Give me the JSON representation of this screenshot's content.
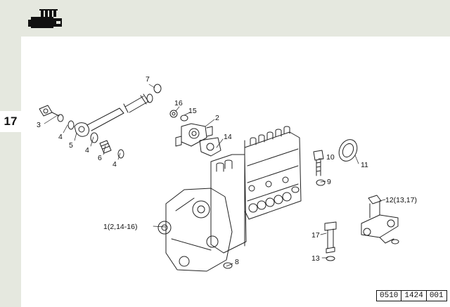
{
  "header": {
    "icon": "injection-pump-icon",
    "section_number": "17"
  },
  "diagram": {
    "type": "exploded-parts-view",
    "callouts": [
      {
        "id": "c7",
        "label": "7"
      },
      {
        "id": "c16",
        "label": "16"
      },
      {
        "id": "c15",
        "label": "15"
      },
      {
        "id": "c2",
        "label": "2"
      },
      {
        "id": "c3",
        "label": "3"
      },
      {
        "id": "c4a",
        "label": "4"
      },
      {
        "id": "c5",
        "label": "5"
      },
      {
        "id": "c4b",
        "label": "4"
      },
      {
        "id": "c6",
        "label": "6"
      },
      {
        "id": "c4c",
        "label": "4"
      },
      {
        "id": "c14",
        "label": "14"
      },
      {
        "id": "c10",
        "label": "10"
      },
      {
        "id": "c11",
        "label": "11"
      },
      {
        "id": "c9",
        "label": "9"
      },
      {
        "id": "c12",
        "label": "12(13,17)"
      },
      {
        "id": "c1",
        "label": "1(2,14-16)"
      },
      {
        "id": "c17",
        "label": "17"
      },
      {
        "id": "c8",
        "label": "8"
      },
      {
        "id": "c13",
        "label": "13"
      }
    ]
  },
  "footer": {
    "doc_id": [
      "0510",
      "1424",
      "001"
    ]
  }
}
